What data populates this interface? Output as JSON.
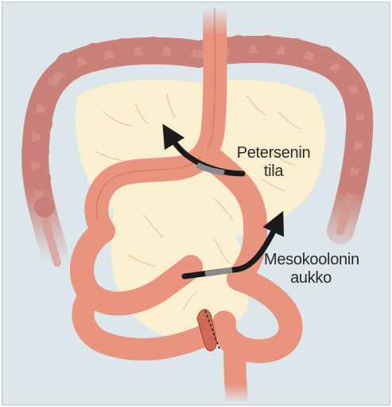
{
  "labels": {
    "petersen": {
      "line1": "Petersenin",
      "line2": "tila"
    },
    "mesocolon": {
      "line1": "Mesokoolonin",
      "line2": "aukko"
    }
  },
  "colors": {
    "background": "#dde6ea",
    "colon": "#c98078",
    "colon_inner": "#d9958c",
    "bowel": "#e9947f",
    "bowel_edge": "#c46f5e",
    "mesentery": "#fbefd2",
    "arrow": "#1b1b1b",
    "arrow_hidden": "#8a8a8a"
  }
}
